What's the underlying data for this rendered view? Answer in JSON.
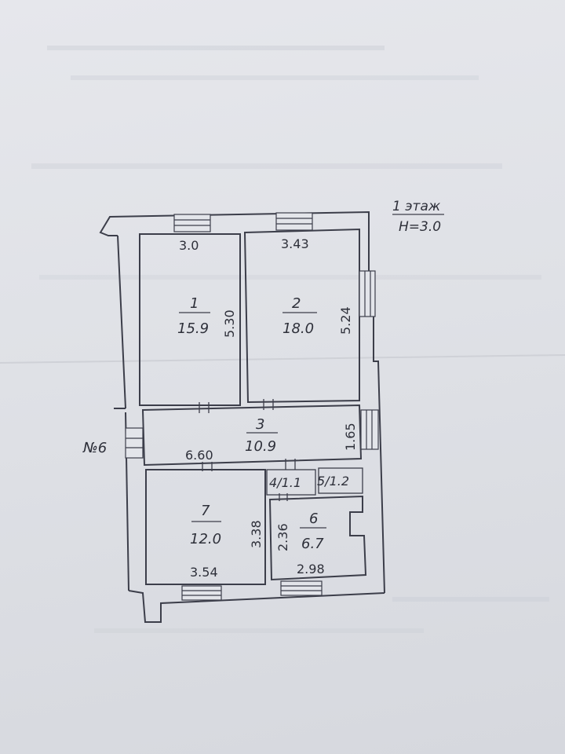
{
  "floor": {
    "title": "1 этаж",
    "height": "H=3.0"
  },
  "entrance": "№6",
  "rooms": [
    {
      "id": "1",
      "area": "15.9",
      "width": "3.0",
      "length": "5.30"
    },
    {
      "id": "2",
      "area": "18.0",
      "width": "3.43",
      "length": "5.24"
    },
    {
      "id": "3",
      "area": "10.9",
      "width": "6.60",
      "length": "1.65"
    },
    {
      "id": "4",
      "label": "4/1.1"
    },
    {
      "id": "5",
      "label": "5/1.2"
    },
    {
      "id": "6",
      "area": "6.7",
      "width": "2.98",
      "length": "2.36"
    },
    {
      "id": "7",
      "area": "12.0",
      "width": "3.54",
      "length": "3.38"
    }
  ],
  "colors": {
    "ink": "#3c3e4a",
    "paper": "#e3e5ea"
  }
}
